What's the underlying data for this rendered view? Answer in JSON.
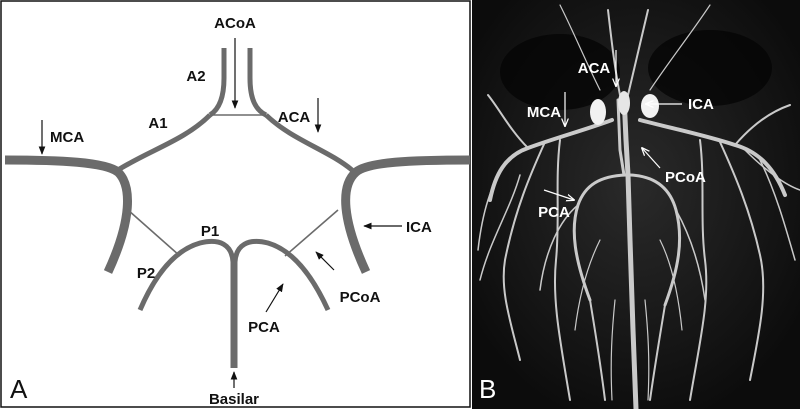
{
  "panel_a": {
    "letter": "A",
    "labels": {
      "acoa": "ACoA",
      "a2": "A2",
      "a1": "A1",
      "aca": "ACA",
      "mca": "MCA",
      "ica": "ICA",
      "p1": "P1",
      "p2": "P2",
      "pcoa": "PCoA",
      "pca": "PCA",
      "basilar": "Basilar"
    }
  },
  "panel_b": {
    "letter": "B",
    "labels": {
      "aca": "ACA",
      "mca": "MCA",
      "ica": "ICA",
      "pcoa": "PCoA",
      "pca": "PCA"
    }
  }
}
